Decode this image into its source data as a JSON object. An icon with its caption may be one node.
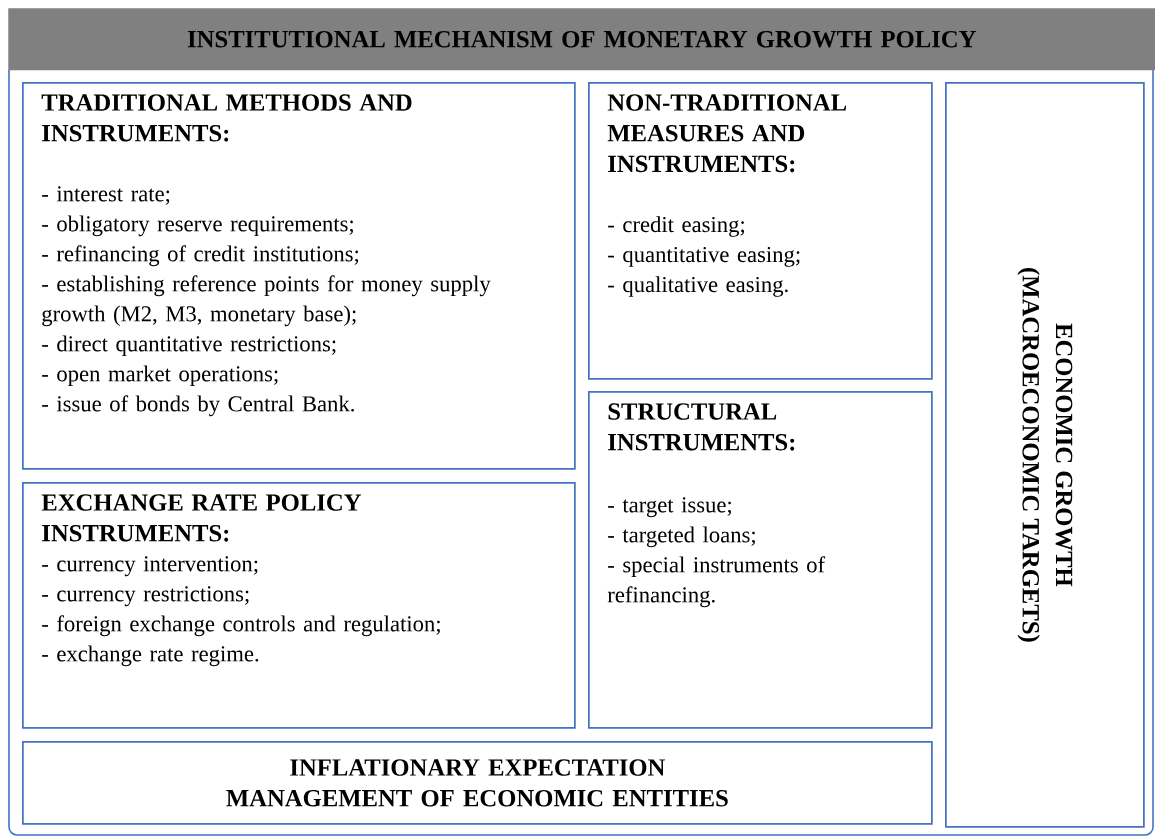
{
  "diagram": {
    "nodes": [
      {
        "text": [
          "INSTITUTIONAL MECHANISM OF MONETARY GROWTH POLICY"
        ]
      },
      {
        "text": [
          "TRADITIONAL METHODS AND INSTRUMENTS:",
          "- interest rate;",
          "- obligatory reserve requirements;",
          "- refinancing of credit institutions;",
          "- establishing reference points for money supply growth (M2, M3, monetary base);",
          "- direct quantitative restrictions;",
          "- open market operations;",
          "- issue of bonds by Central Bank."
        ]
      },
      {
        "text": [
          "NON-TRADITIONAL MEASURES AND INSTRUMENTS:",
          "- credit easing;",
          "- quantitative easing;",
          "- qualitative easing."
        ]
      },
      {
        "text": [
          "ECONOMIC GROWTH",
          "(MACROECONOMIC TARGETS)"
        ]
      },
      {
        "text": [
          "EXCHANGE RATE POLICY INSTRUMENTS:",
          "- currency intervention;",
          "- currency restrictions;",
          "- foreign exchange controls and regulation;",
          "- exchange rate regime."
        ]
      },
      {
        "text": [
          "STRUCTURAL INSTRUMENTS:",
          "- target issue;",
          "- targeted loans;",
          "- special instruments of refinancing."
        ]
      },
      {
        "text": [
          "INFLATIONARY EXPECTATION MANAGEMENT OF ECONOMIC ENTITIES"
        ]
      }
    ]
  }
}
